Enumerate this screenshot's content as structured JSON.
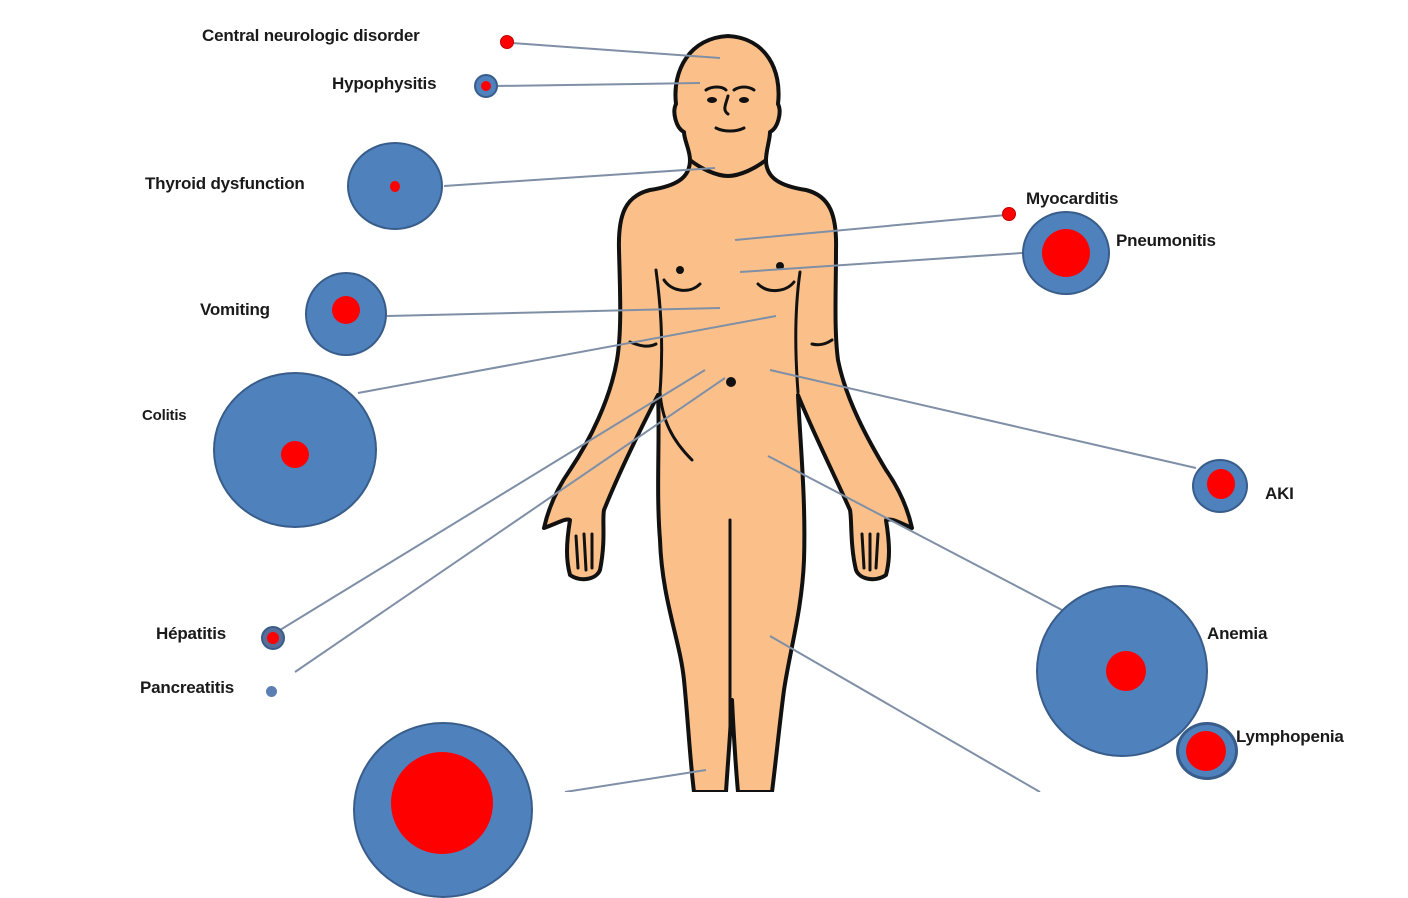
{
  "figure": {
    "description": "Body map of immune-related adverse events with proportional bubbles",
    "colors": {
      "outer_circle": "#4f81bd",
      "outer_stroke": "#385d8a",
      "inner_circle": "#ff0000",
      "skin": "#fbc08a",
      "outline": "#111111",
      "connector": "#7f8fa6"
    },
    "events": [
      {
        "label": "Central neurologic disorder",
        "side": "left"
      },
      {
        "label": "Hypophysitis",
        "side": "left"
      },
      {
        "label": "Thyroid dysfunction",
        "side": "left"
      },
      {
        "label": "Vomiting",
        "side": "left"
      },
      {
        "label": "Colitis",
        "side": "left"
      },
      {
        "label": "Hépatitis",
        "side": "left"
      },
      {
        "label": "Pancreatitis",
        "side": "left"
      },
      {
        "label": "Myocarditis",
        "side": "right"
      },
      {
        "label": "Pneumonitis",
        "side": "right"
      },
      {
        "label": "AKI",
        "side": "right"
      },
      {
        "label": "Anemia",
        "side": "right"
      },
      {
        "label": "Lymphopenia",
        "side": "right"
      }
    ]
  }
}
